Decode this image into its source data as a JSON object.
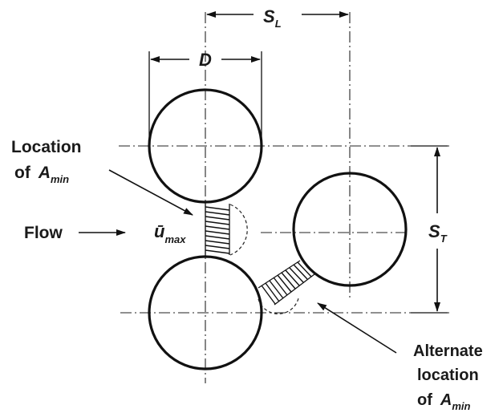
{
  "labels": {
    "spacing_longitudinal": "S",
    "spacing_longitudinal_sub": "L",
    "diameter": "D",
    "location_line1": "Location",
    "location_of": "of",
    "a_symbol": "A",
    "a_subscript": "min",
    "flow": "Flow",
    "velocity_symbol": "ū",
    "velocity_subscript": "max",
    "spacing_transverse": "S",
    "spacing_transverse_sub": "T",
    "alternate_line1": "Alternate",
    "alternate_line2": "location",
    "alternate_of": "of",
    "alternate_a_symbol": "A",
    "alternate_a_subscript": "min"
  },
  "colors": {
    "line": "#111111",
    "background": "#ffffff"
  }
}
